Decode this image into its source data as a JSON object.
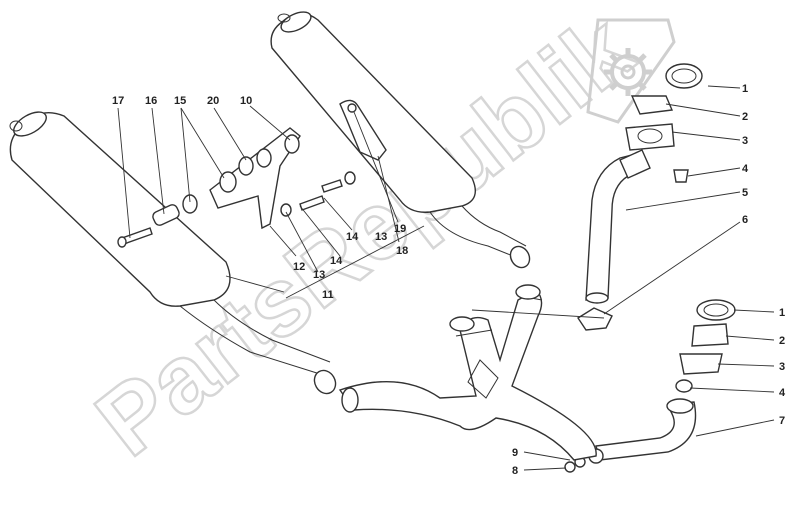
{
  "watermark": {
    "text": "PartsRepublik",
    "logo_icon": "gear-icon"
  },
  "callouts": {
    "n17": "17",
    "n16": "16",
    "n15": "15",
    "n20": "20",
    "n10": "10",
    "n19": "19",
    "n18": "18",
    "n14a": "14",
    "n13a": "13",
    "n12": "12",
    "n13b": "13",
    "n11": "11",
    "n14b": "14",
    "r1": "1",
    "r2": "2",
    "r3": "3",
    "r4": "4",
    "r5": "5",
    "r6": "6",
    "l1": "1",
    "l2": "2",
    "l3": "3",
    "l4": "4",
    "l7": "7",
    "n9": "9",
    "n8": "8"
  }
}
